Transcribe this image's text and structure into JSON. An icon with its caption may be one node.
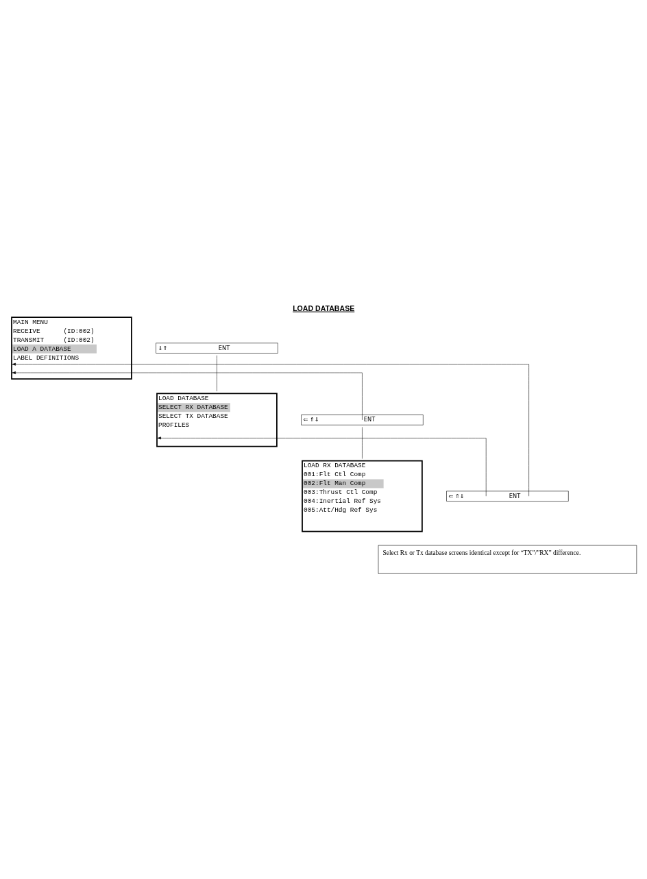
{
  "diagram": {
    "title": "LOAD DATABASE",
    "nodes": [
      {
        "text": [
          "MAIN MENU",
          "RECEIVE      (ID:002)",
          "TRANSMIT     (ID:002)",
          "LOAD A DATABASE",
          "LABEL DEFINITIONS"
        ]
      },
      {
        "text": [
          "⇓⇑",
          "ENT"
        ]
      },
      {
        "text": [
          "LOAD DATABASE",
          "SELECT RX DATABASE",
          "SELECT TX DATABASE",
          "PROFILES"
        ]
      },
      {
        "text": [
          "⇐ ⇑⇓",
          "ENT"
        ]
      },
      {
        "text": [
          "LOAD RX DATABASE",
          "001:Flt Ctl Comp",
          "002:Flt Man Comp",
          "003:Thrust Ctl Comp",
          "004:Inertial Ref Sys",
          "005:Att/Hdg Ref Sys"
        ]
      },
      {
        "text": [
          "⇐ ⇑⇓",
          "ENT"
        ]
      },
      {
        "text": [
          "Select Rx or Tx database screens identical except for “TX”/”RX” difference."
        ]
      }
    ],
    "edges": [
      {
        "from": 1,
        "to": 2,
        "arrow": "none"
      },
      {
        "from": 3,
        "to": 0,
        "arrow": "to"
      },
      {
        "from": 3,
        "to": 4,
        "arrow": "none"
      },
      {
        "from": 5,
        "to": 2,
        "arrow": "to"
      },
      {
        "from": 5,
        "to": 0,
        "arrow": "to"
      }
    ]
  }
}
